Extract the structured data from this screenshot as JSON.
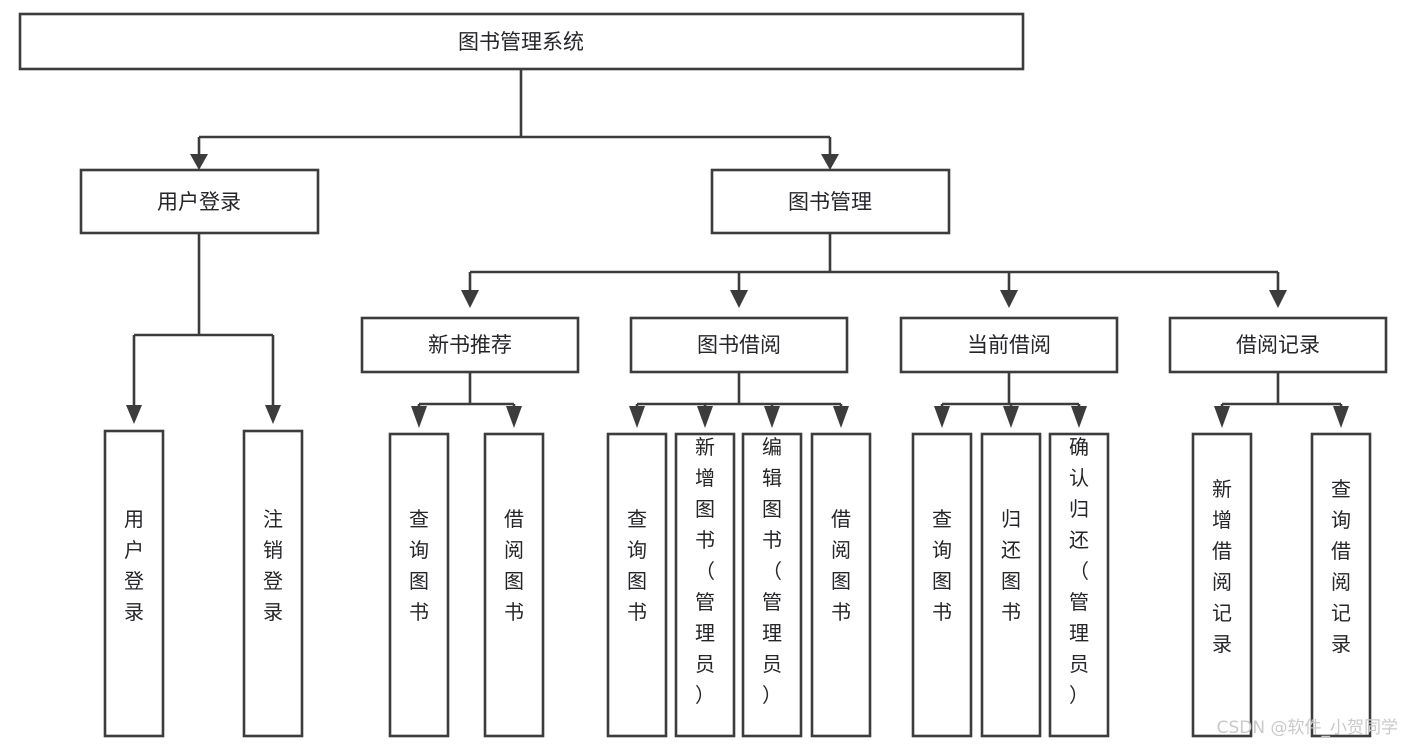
{
  "diagram": {
    "title": "图书管理系统",
    "type": "tree",
    "orientation": "top-down",
    "colors": {
      "stroke": "#3c3c3c",
      "fill": "#ffffff",
      "text": "#26262a",
      "watermark": "#c9c9c9"
    },
    "root": {
      "id": "root",
      "label": "图书管理系统"
    },
    "level1": [
      {
        "id": "user-login",
        "label": "用户登录"
      },
      {
        "id": "book-manage",
        "label": "图书管理"
      }
    ],
    "level2": [
      {
        "id": "new-book-recommend",
        "label": "新书推荐",
        "parent": "book-manage"
      },
      {
        "id": "book-borrow",
        "label": "图书借阅",
        "parent": "book-manage"
      },
      {
        "id": "current-borrow",
        "label": "当前借阅",
        "parent": "book-manage"
      },
      {
        "id": "borrow-record",
        "label": "借阅记录",
        "parent": "book-manage"
      }
    ],
    "leaves": {
      "user-login": [
        {
          "id": "leaf-user-login",
          "label": "用户登录"
        },
        {
          "id": "leaf-user-logout",
          "label": "注销登录"
        }
      ],
      "new-book-recommend": [
        {
          "id": "leaf-query-book-1",
          "label": "查询图书"
        },
        {
          "id": "leaf-borrow-book-1",
          "label": "借阅图书"
        }
      ],
      "book-borrow": [
        {
          "id": "leaf-query-book-2",
          "label": "查询图书"
        },
        {
          "id": "leaf-add-book",
          "label": "新增图书（管理员）"
        },
        {
          "id": "leaf-edit-book",
          "label": "编辑图书（管理员）"
        },
        {
          "id": "leaf-borrow-book-2",
          "label": "借阅图书"
        }
      ],
      "current-borrow": [
        {
          "id": "leaf-query-book-3",
          "label": "查询图书"
        },
        {
          "id": "leaf-return-book",
          "label": "归还图书"
        },
        {
          "id": "leaf-confirm-return",
          "label": "确认归还（管理员）"
        }
      ],
      "borrow-record": [
        {
          "id": "leaf-add-record",
          "label": "新增借阅记录"
        },
        {
          "id": "leaf-query-record",
          "label": "查询借阅记录"
        }
      ]
    }
  },
  "watermark": {
    "text": "CSDN @软件_小贺同学"
  }
}
